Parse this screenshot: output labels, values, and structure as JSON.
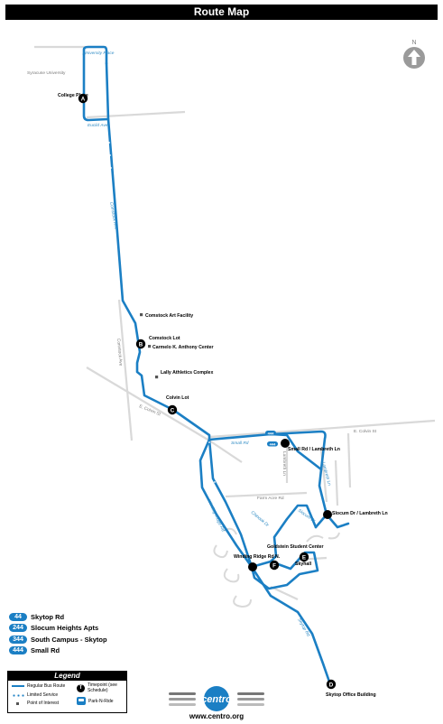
{
  "header": {
    "title": "Route Map"
  },
  "north": {
    "label": "N"
  },
  "map": {
    "places": {
      "syracuse_university": "Syracuse University",
      "university_place": "University Place",
      "euclid_ave": "Euclid Ave",
      "comstock_ave": "Comstock Ave",
      "comstock_art": "Comstock Art Facility",
      "comstock_lot": "Comstock Lot",
      "carmelo": "Carmelo K. Anthony Center",
      "lally": "Lally Athletics Complex",
      "colvin_lot": "Colvin Lot",
      "e_colvin_st_w": "E. Colvin St",
      "e_colvin_st_e": "E. Colvin St",
      "small_rd_label": "Small Rd / Lambreth Ln",
      "slocum_label": "Slocum Dr / Lambreth Ln",
      "skyhall": "Skyhall",
      "goldstein": "Goldstein Student Center",
      "winding_ridge": "Winding Ridge Rd N.",
      "skytop_office": "Skytop Office Building",
      "college_place": "College Place",
      "farm_acre": "Farm Acre Rd",
      "small_rd_st": "Small Rd",
      "skytop_rd": "Skytop Rd",
      "lambreth_ln": "Lambreth Ln",
      "slocum_dr": "Slocum Dr",
      "winding_ridge_st": "Winding Ridge Rd",
      "chinook_dr": "Chinook Dr",
      "comstock_ave2": "Comstock Ave"
    },
    "timepoints": {
      "a": "A",
      "b": "B",
      "c": "C",
      "d": "D",
      "e": "E",
      "f": "F"
    },
    "badges": {
      "r444": "444"
    }
  },
  "routes": [
    {
      "number": "44",
      "name": "Skytop Rd"
    },
    {
      "number": "244",
      "name": "Slocum Heights Apts"
    },
    {
      "number": "344",
      "name": "South Campus - Skytop"
    },
    {
      "number": "444",
      "name": "Small Rd"
    }
  ],
  "legend": {
    "title": "Legend",
    "regular": "Regular Bus Route",
    "limited": "Limited Service",
    "poi": "Point of Interest",
    "timepoint": "Timepoint (see Schedule)",
    "timepoint_letter": "T",
    "parknride": "Park-N-Ride"
  },
  "logo": {
    "name": "centro",
    "url": "www.centro.org"
  },
  "colors": {
    "route": "#1b7fc4",
    "street": "#d9d9d9",
    "accent": "#000000"
  }
}
